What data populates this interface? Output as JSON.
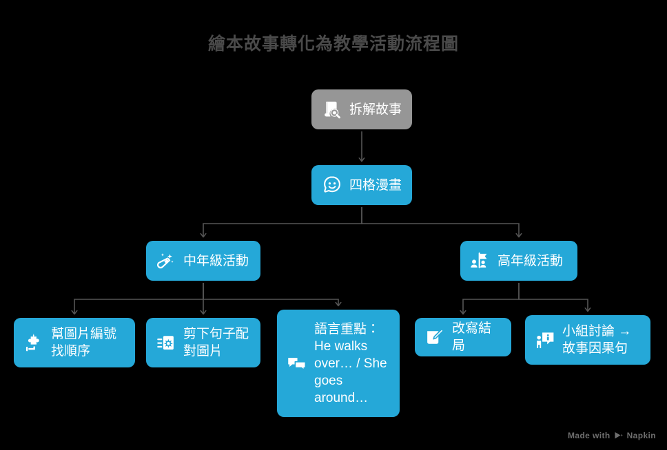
{
  "title": "繪本故事轉化為教學活動流程圖",
  "colors": {
    "background": "#000000",
    "node_blue": "#25a8d8",
    "node_gray": "#969696",
    "connector": "#555555",
    "title_text": "#4a4a4a",
    "node_text": "#ffffff",
    "watermark_text": "#6e6e6e"
  },
  "nodes": {
    "decompose": {
      "label": "拆解故事",
      "icon": "book-search-icon",
      "color": "#969696"
    },
    "comic": {
      "label": "四格漫畫",
      "icon": "smiley-face-icon",
      "color": "#25a8d8"
    },
    "middle": {
      "label": "中年級活動",
      "icon": "magic-wand-icon",
      "color": "#25a8d8"
    },
    "upper": {
      "label": "高年級活動",
      "icon": "group-flag-icon",
      "color": "#25a8d8"
    },
    "number_pics": {
      "label": "幫圖片編號\n找順序",
      "icon": "puzzle-piece-icon",
      "color": "#25a8d8"
    },
    "cut_match": {
      "label": "剪下句子配\n對圖片",
      "icon": "cut-card-icon",
      "color": "#25a8d8"
    },
    "language": {
      "label": "語言重點：\nHe walks over… / She goes around…",
      "icon": "speech-bubbles-icon",
      "color": "#25a8d8"
    },
    "rewrite": {
      "label": "改寫結局",
      "icon": "pencil-edit-icon",
      "color": "#25a8d8"
    },
    "discuss": {
      "label": "小組討論 →\n故事因果句",
      "icon": "person-info-icon",
      "color": "#25a8d8"
    }
  },
  "edges": [
    {
      "from": "decompose",
      "to": "comic"
    },
    {
      "from": "comic",
      "to": "middle"
    },
    {
      "from": "comic",
      "to": "upper"
    },
    {
      "from": "middle",
      "to": "number_pics"
    },
    {
      "from": "middle",
      "to": "cut_match"
    },
    {
      "from": "middle",
      "to": "language"
    },
    {
      "from": "upper",
      "to": "rewrite"
    },
    {
      "from": "upper",
      "to": "discuss"
    }
  ],
  "watermark": {
    "prefix": "Made with",
    "brand": "Napkin",
    "mark_icon": "napkin-logo-icon"
  }
}
